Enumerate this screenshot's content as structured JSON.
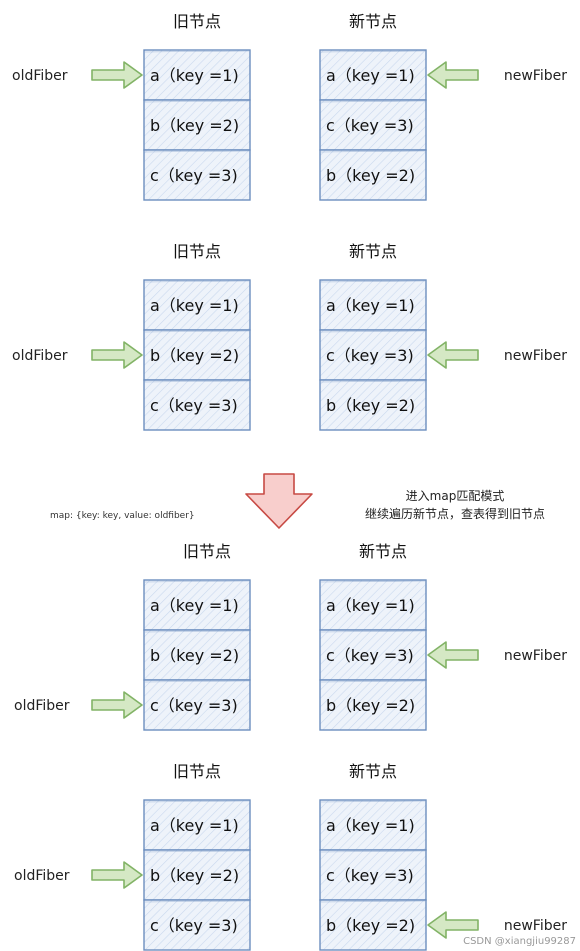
{
  "colors": {
    "cell_stroke": "#6c8ebf",
    "cell_fill": "#eef3fa",
    "cell_hatch": "#c9d8ee",
    "arrow_stroke": "#82b366",
    "arrow_fill": "#d5e8c4",
    "down_arrow_stroke": "#c74a44",
    "down_arrow_fill": "#f8cecc"
  },
  "panels": [
    {
      "old_heading": "旧节点",
      "new_heading": "新节点",
      "old_nodes": [
        "a（key =1)",
        "b（key =2)",
        "c（key =3)"
      ],
      "new_nodes": [
        "a（key =1)",
        "c（key =3)",
        "b（key =2)"
      ],
      "old_pointer": {
        "label": "oldFiber",
        "index": 0
      },
      "new_pointer": {
        "label": "newFiber",
        "index": 0
      }
    },
    {
      "old_heading": "旧节点",
      "new_heading": "新节点",
      "old_nodes": [
        "a（key =1)",
        "b（key =2)",
        "c（key =3)"
      ],
      "new_nodes": [
        "a（key =1)",
        "c（key =3)",
        "b（key =2)"
      ],
      "old_pointer": {
        "label": "oldFiber",
        "index": 1
      },
      "new_pointer": {
        "label": "newFiber",
        "index": 1
      }
    },
    {
      "old_heading": "旧节点",
      "new_heading": "新节点",
      "old_nodes": [
        "a（key =1)",
        "b（key =2)",
        "c（key =3)"
      ],
      "new_nodes": [
        "a（key =1)",
        "c（key =3)",
        "b（key =2)"
      ],
      "old_pointer": {
        "label": "oldFiber",
        "index": 2
      },
      "new_pointer": {
        "label": "newFiber",
        "index": 1
      }
    },
    {
      "old_heading": "旧节点",
      "new_heading": "新节点",
      "old_nodes": [
        "a（key =1)",
        "b（key =2)",
        "c（key =3)"
      ],
      "new_nodes": [
        "a（key =1)",
        "c（key =3)",
        "b（key =2)"
      ],
      "old_pointer": {
        "label": "oldFiber",
        "index": 1
      },
      "new_pointer": {
        "label": "newFiber",
        "index": 2
      }
    }
  ],
  "transition": {
    "map_label": "map: {key: key, value: oldfiber}",
    "note_line1": "进入map匹配模式",
    "note_line2": "继续遍历新节点，查表得到旧节点"
  },
  "watermark": "CSDN @xiangjiu99287"
}
